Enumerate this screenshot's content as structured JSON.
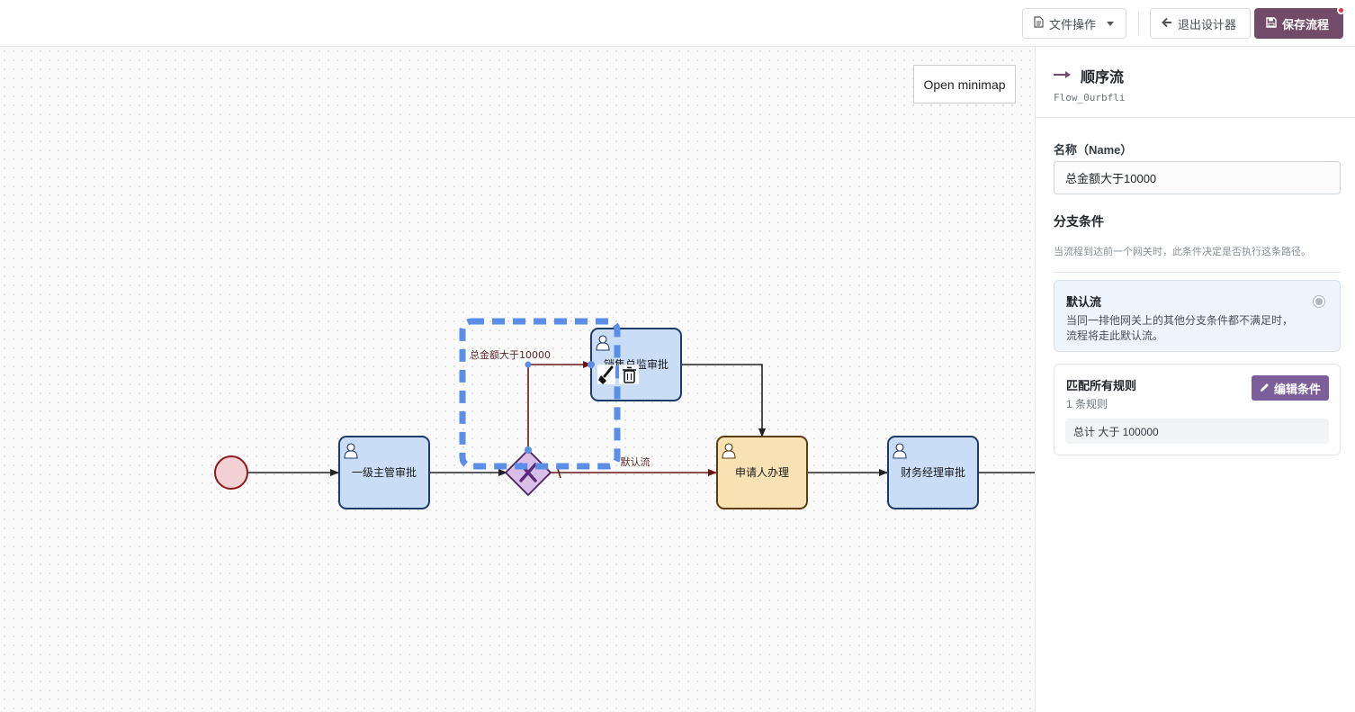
{
  "toolbar": {
    "file_ops_label": "文件操作",
    "exit_label": "退出设计器",
    "save_label": "保存流程"
  },
  "canvas": {
    "minimap_label": "Open minimap",
    "tasks": {
      "level1": "一级主管审批",
      "sales_director": "销售总监审批",
      "applicant": "申请人办理",
      "finance_manager": "财务经理审批"
    },
    "flow_labels": {
      "condition_flow": "总金额大于10000",
      "default_flow": "默认流"
    }
  },
  "panel": {
    "element_type": "顺序流",
    "element_id": "Flow_0urbfli",
    "name_label": "名称（Name）",
    "name_value": "总金额大于10000",
    "branch_title": "分支条件",
    "branch_desc": "当流程到达前一个网关时，此条件决定是否执行这条路径。",
    "default_flow_title": "默认流",
    "default_flow_desc": "当同一排他网关上的其他分支条件都不满足时，流程将走此默认流。",
    "default_flow_on": false,
    "rules_title": "匹配所有规则",
    "rules_count": "1 条规则",
    "edit_label": "编辑条件",
    "rule_text": "总计 大于 100000"
  },
  "colors": {
    "brand": "#714b67",
    "edit_button": "#7b5e9a",
    "task_fill": "#c9ddf7",
    "task_stroke": "#1f3a6a",
    "applicant_fill": "#f8e2b3",
    "applicant_stroke": "#5c3d10",
    "start_fill": "#f3d0d3",
    "start_stroke": "#8b1a1a",
    "gateway_fill": "#d9bfe8",
    "selection": "#5b8ee6",
    "flow_selected": "#6b1616"
  }
}
